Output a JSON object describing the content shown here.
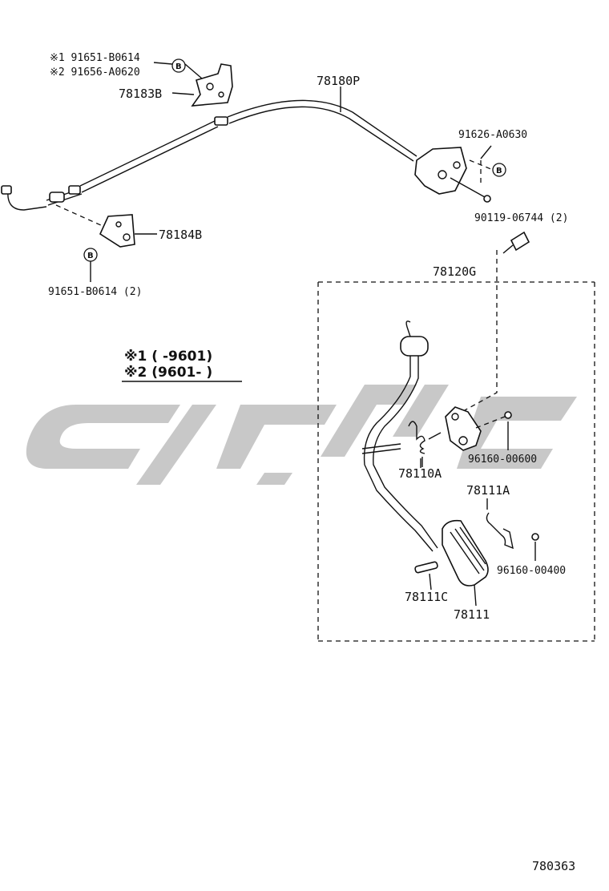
{
  "labels": {
    "alt1_part": "※1 91651-B0614",
    "alt2_part": "※2 91656-A0620",
    "bracket_upper": "78183B",
    "cable": "78180P",
    "bolt_right": "91626-A0630",
    "bolt_pedal": "90119-06744 (2)",
    "bracket_lower": "78184B",
    "bolt_lower": "91651-B0614 (2)",
    "pedal_assy": "78120G",
    "spring_a": "78110A",
    "clip_600": "96160-00600",
    "spring_111a": "78111A",
    "clip_400": "96160-00400",
    "pin_111c": "78111C",
    "pad": "78111",
    "note1": "※1 (     -9601)",
    "note2": "※2 (9601-      )",
    "diagram_id": "780363",
    "b_marker": "B"
  },
  "colors": {
    "line": "#111111",
    "watermark": "#c8c8c8",
    "background": "#ffffff"
  }
}
